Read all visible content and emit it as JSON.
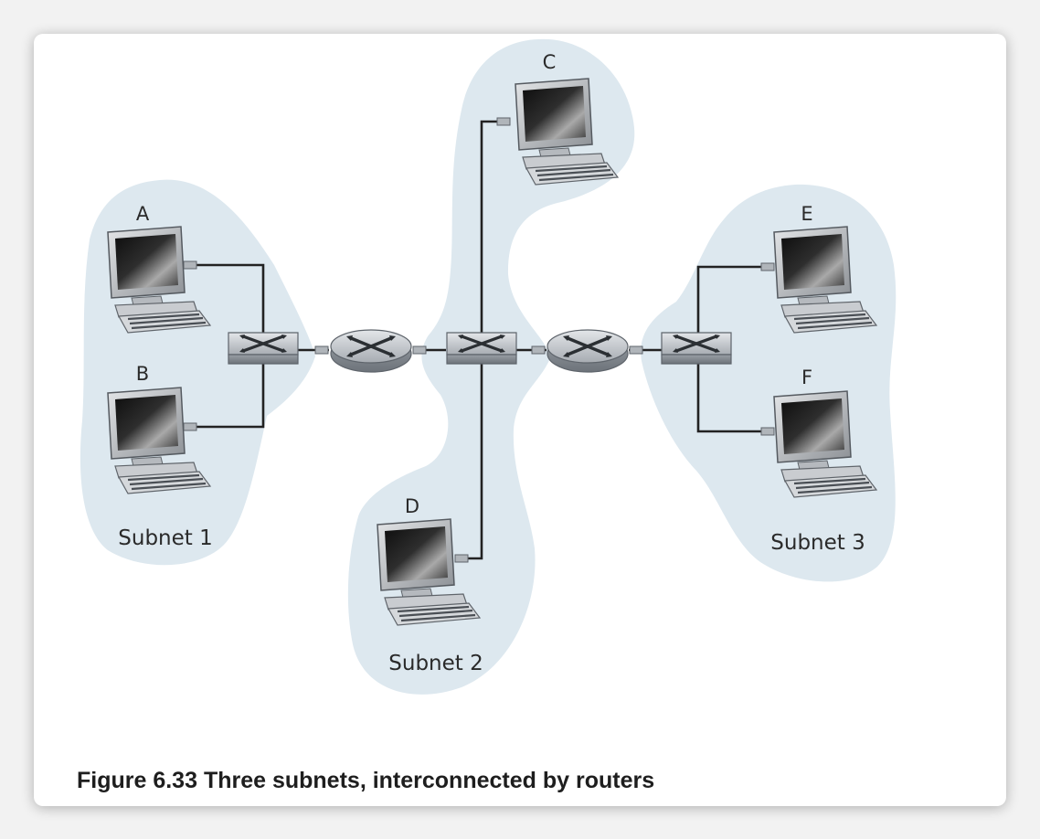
{
  "caption": "Figure 6.33 Three subnets, interconnected by routers",
  "subnets": [
    {
      "id": "subnet-1",
      "label": "Subnet 1"
    },
    {
      "id": "subnet-2",
      "label": "Subnet 2"
    },
    {
      "id": "subnet-3",
      "label": "Subnet 3"
    }
  ],
  "hosts": [
    {
      "id": "A",
      "label": "A",
      "subnet": "Subnet 1"
    },
    {
      "id": "B",
      "label": "B",
      "subnet": "Subnet 1"
    },
    {
      "id": "C",
      "label": "C",
      "subnet": "Subnet 2"
    },
    {
      "id": "D",
      "label": "D",
      "subnet": "Subnet 2"
    },
    {
      "id": "E",
      "label": "E",
      "subnet": "Subnet 3"
    },
    {
      "id": "F",
      "label": "F",
      "subnet": "Subnet 3"
    }
  ],
  "devices": [
    "switch",
    "router",
    "switch",
    "router",
    "switch"
  ],
  "colors": {
    "subnet_fill": "#dde8ef",
    "link": "#222222",
    "card": "#ffffff",
    "page": "#f2f2f2"
  }
}
